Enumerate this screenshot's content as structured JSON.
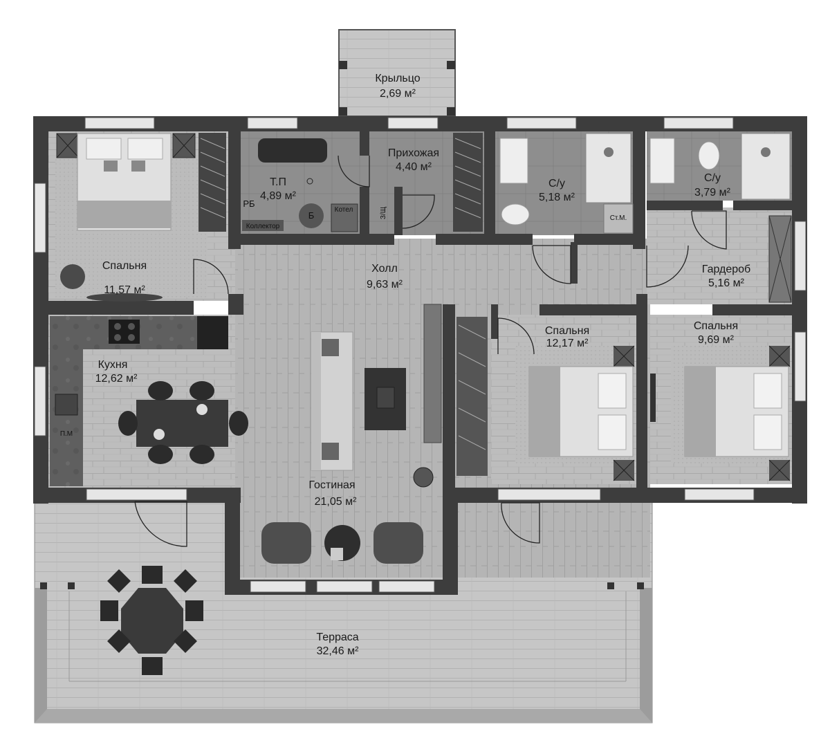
{
  "rooms": {
    "porch": {
      "name": "Крыльцо",
      "area": "2,69 м²"
    },
    "hallway": {
      "name": "Прихожая",
      "area": "4,40 м²"
    },
    "tech": {
      "name": "Т.П",
      "area": "4,89 м²"
    },
    "bath1": {
      "name": "С/у",
      "area": "5,18 м²"
    },
    "bath2": {
      "name": "С/у",
      "area": "3,79 м²"
    },
    "bedroom1": {
      "name": "Спальня",
      "area": "11,57 м²"
    },
    "hall": {
      "name": "Холл",
      "area": "9,63 м²"
    },
    "wardrobe": {
      "name": "Гардероб",
      "area": "5,16 м²"
    },
    "bedroom2": {
      "name": "Спальня",
      "area": "12,17 м²"
    },
    "bedroom3": {
      "name": "Спальня",
      "area": "9,69 м²"
    },
    "kitchen": {
      "name": "Кухня",
      "area": "12,62 м²"
    },
    "living": {
      "name": "Гостиная",
      "area": "21,05 м²"
    },
    "terrace": {
      "name": "Терраса",
      "area": "32,46 м²"
    }
  },
  "equipment": {
    "boiler_b": "Б",
    "boiler": "Котел",
    "rb": "РБ",
    "collector": "Коллектор",
    "panel": "З/Щ",
    "washer": "Ст.М.",
    "dishwasher": "П.М"
  },
  "colors": {
    "wall": "#3d3d3d",
    "floor_wood": "#b9b9b9",
    "floor_tile": "#8a8a8a",
    "terrace": "#c4c4c4",
    "window": "#e6e6e6"
  }
}
